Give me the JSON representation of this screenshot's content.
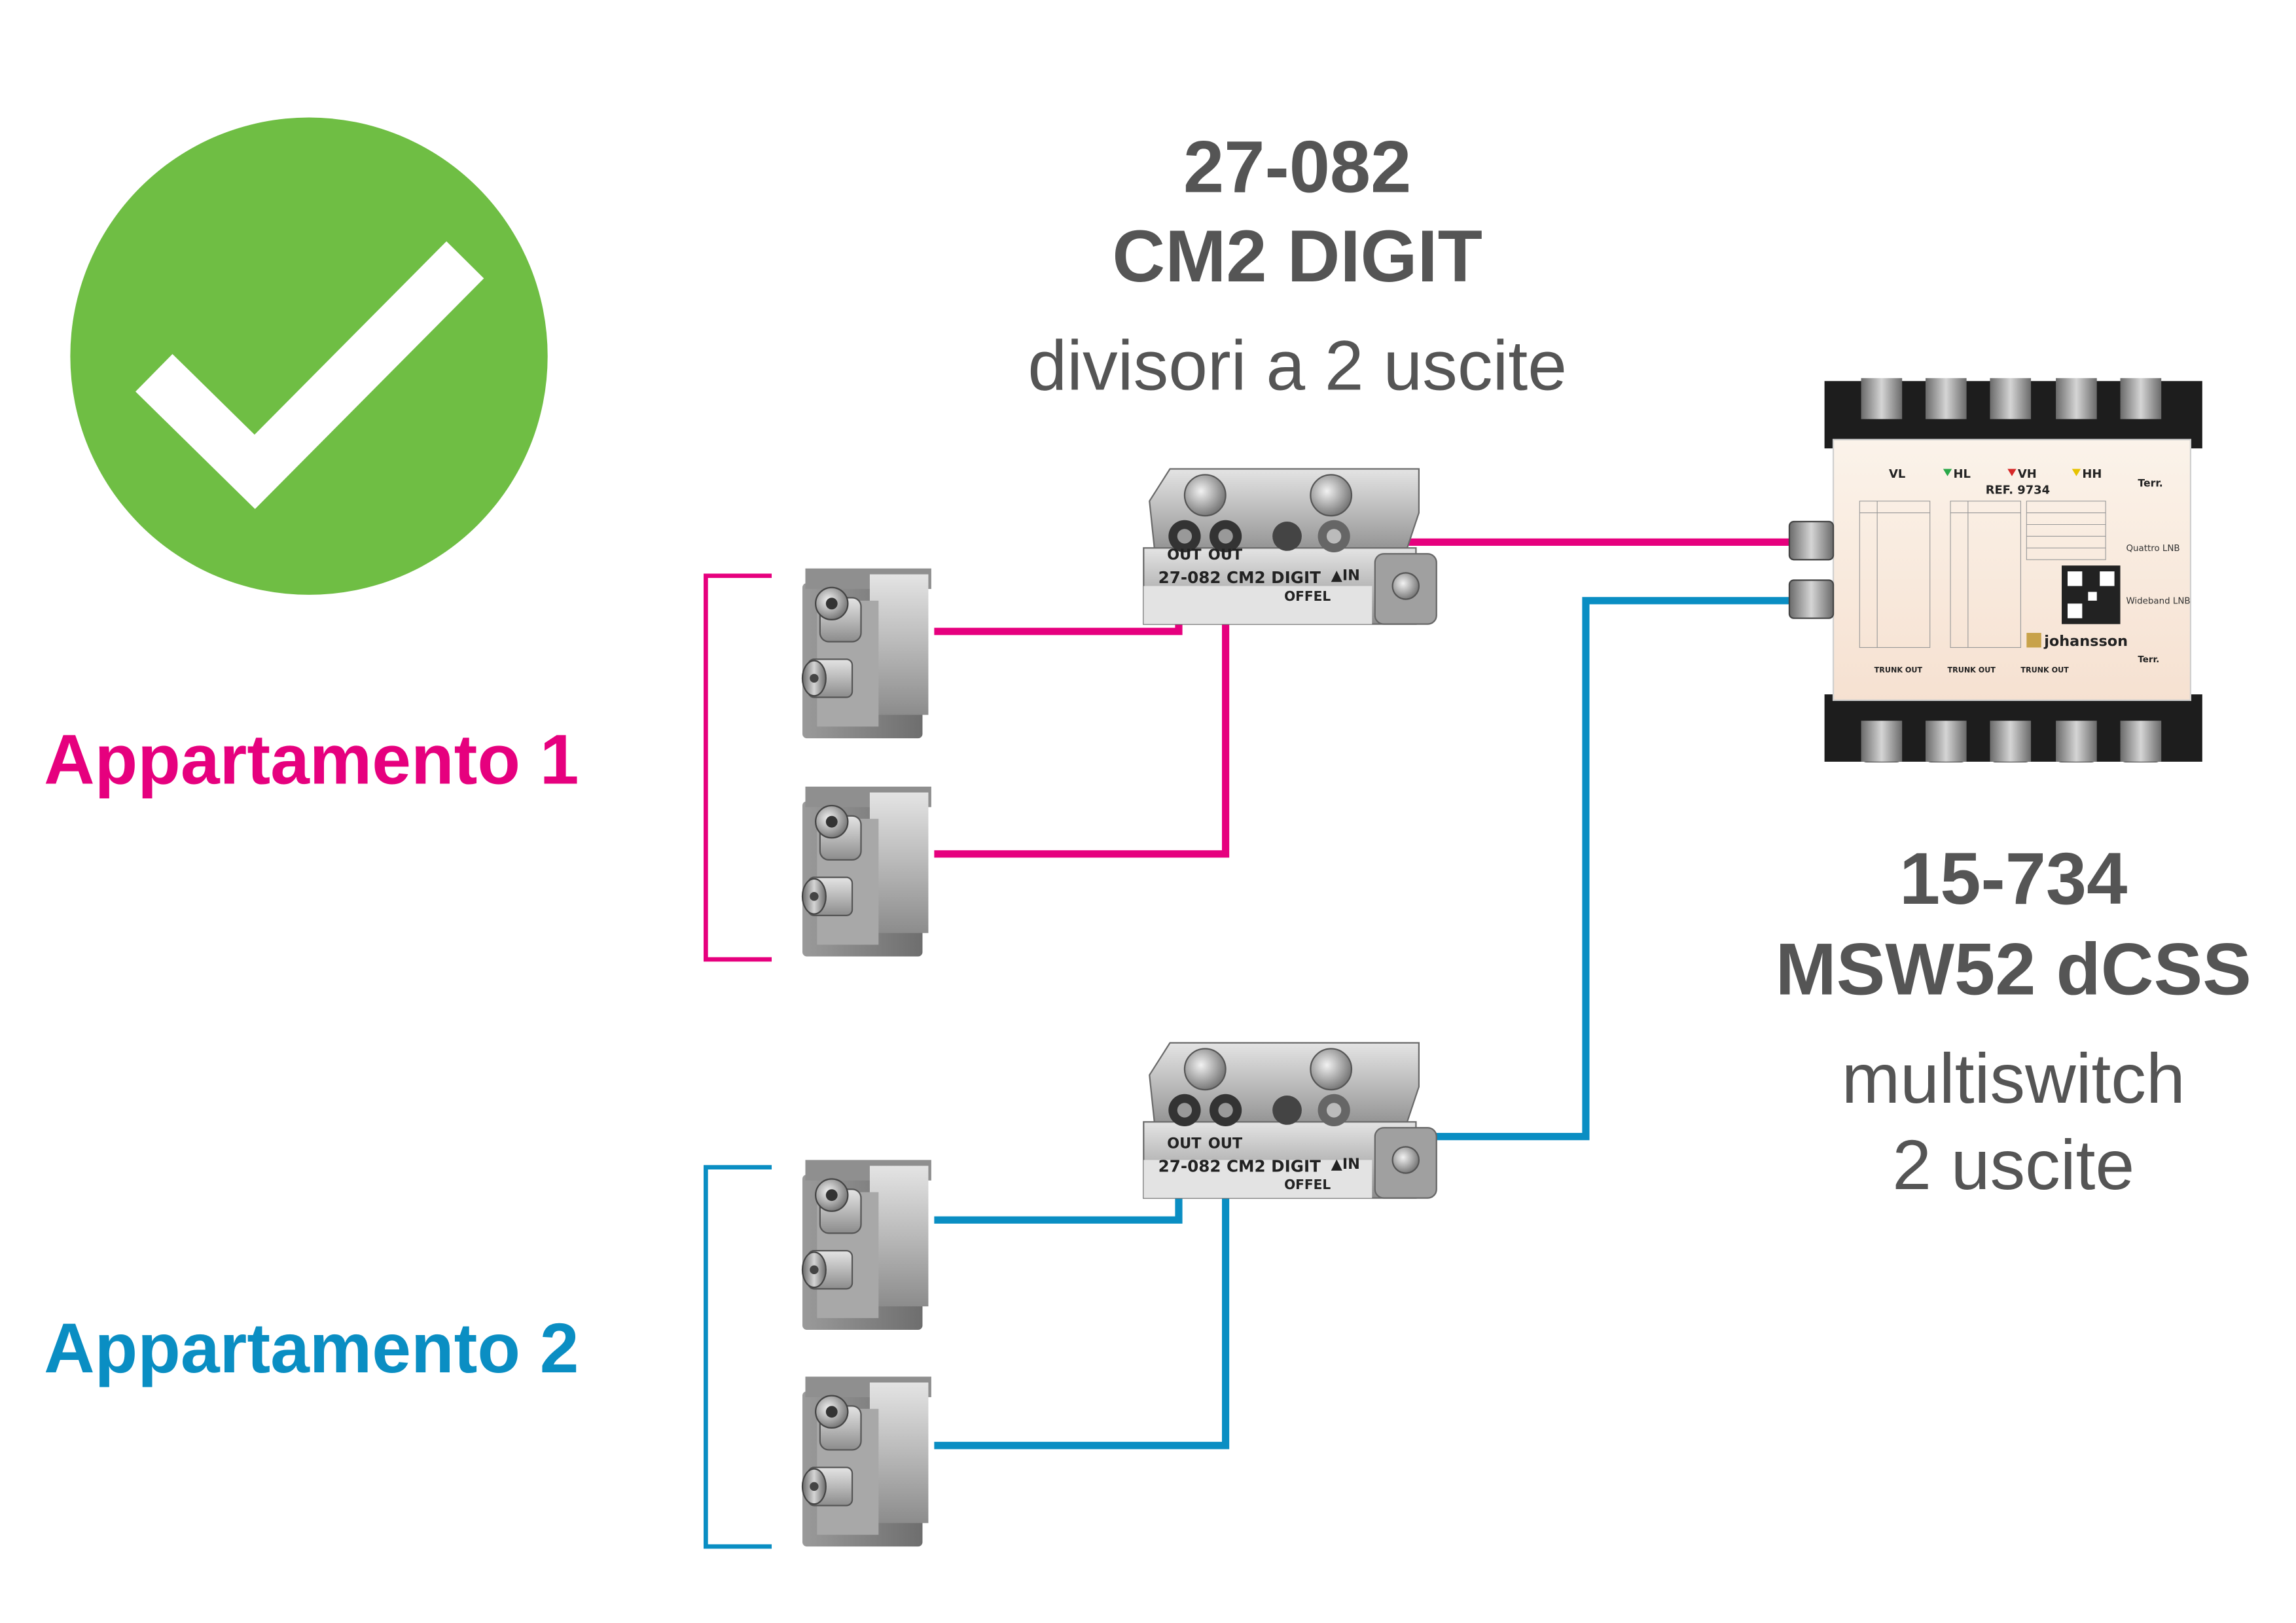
{
  "status": {
    "icon": "check-mark-icon",
    "color": "#6fbe44"
  },
  "splitter": {
    "code": "27-082",
    "model": "CM2 DIGIT",
    "description": "divisori a 2 uscite",
    "unit_label": "27-082  CM2 DIGIT",
    "brand": "OFFEL",
    "out_label": "OUT",
    "in_label": "▲IN"
  },
  "multiswitch": {
    "code": "15-734",
    "model": "MSW52 dCSS",
    "description_line1": "multiswitch",
    "description_line2": "2 uscite",
    "ref_label": "REF. 9734",
    "brand": "johansson",
    "inputs": [
      "VL",
      "HL",
      "VH",
      "HH",
      "Terr."
    ],
    "trunk_out": "TRUNK OUT",
    "quattro_label": "Quattro LNB",
    "wideband_label": "Wideband LNB"
  },
  "apartments": [
    {
      "label": "Appartamento 1",
      "color": "#e6007e"
    },
    {
      "label": "Appartamento 2",
      "color": "#0a8ec3"
    }
  ]
}
